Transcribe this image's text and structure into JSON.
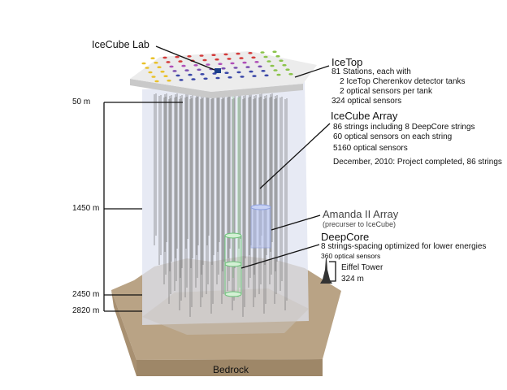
{
  "labels": {
    "icecube_lab": "IceCube Lab",
    "bedrock": "Bedrock"
  },
  "icetop": {
    "title": "IceTop",
    "lines": [
      "81 Stations, each with",
      "2 IceTop Cherenkov detector tanks",
      "2 optical sensors per tank",
      "324 optical sensors"
    ]
  },
  "array": {
    "title": "IceCube Array",
    "lines": [
      "86 strings including 8 DeepCore strings",
      "60 optical sensors on each string",
      "5160 optical sensors"
    ],
    "completion": "December, 2010: Project completed, 86 strings"
  },
  "amanda": {
    "title": "Amanda II Array",
    "subtitle": "(precurser to IceCube)"
  },
  "deepcore": {
    "title": "DeepCore",
    "lines": [
      "8 strings-spacing optimized for lower energies",
      "360 optical sensors"
    ]
  },
  "eiffel": {
    "title": "Eiffel Tower",
    "height": "324 m"
  },
  "depths": [
    "50 m",
    "1450 m",
    "2450 m",
    "2820 m"
  ],
  "colors": {
    "ice": "#dfe3f0",
    "bedrock": "#b39d7f",
    "bedrock_front": "#9c8567",
    "deepcore": "#7fd08a",
    "amanda": "#8da0e0"
  }
}
